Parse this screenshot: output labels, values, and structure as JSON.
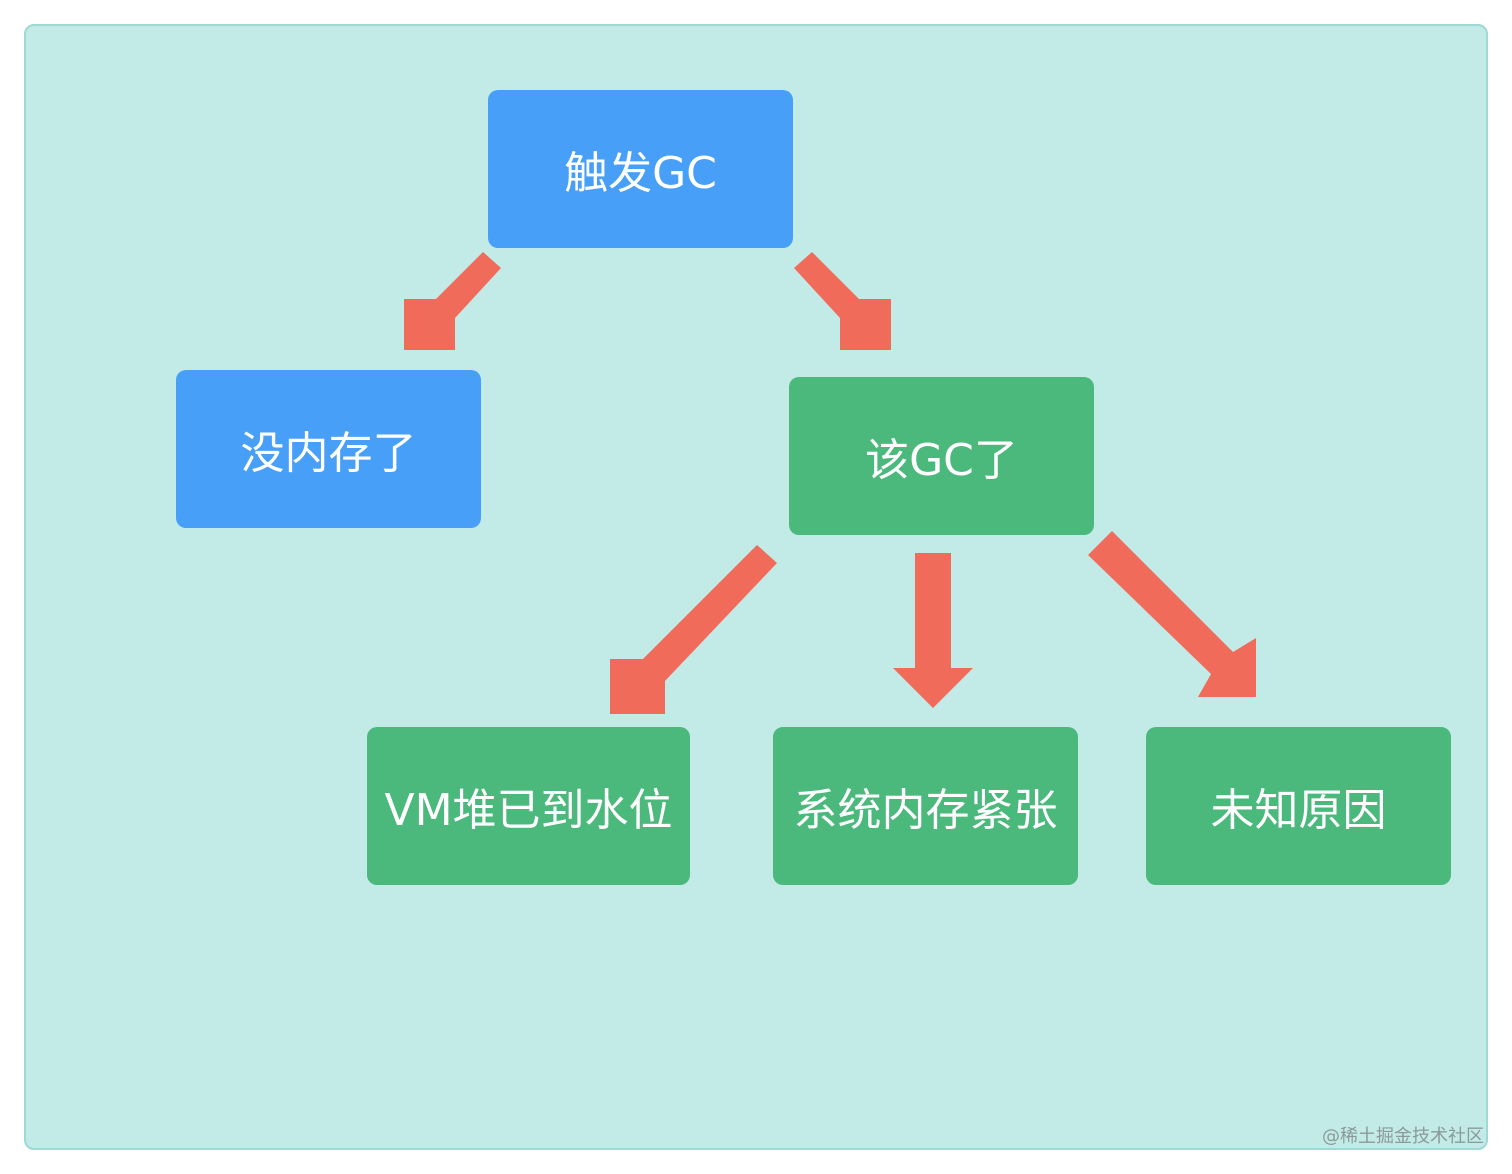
{
  "colors": {
    "background": "#c2ebe8",
    "node_blue": "#479ff7",
    "node_green": "#4bb87c",
    "arrow": "#f06b5a"
  },
  "nodes": {
    "root": "触发GC",
    "no_memory": "没内存了",
    "should_gc": "该GC了",
    "vm_heap": "VM堆已到水位",
    "system_memory": "系统内存紧张",
    "unknown_reason": "未知原因"
  },
  "watermark": "@稀土掘金技术社区"
}
